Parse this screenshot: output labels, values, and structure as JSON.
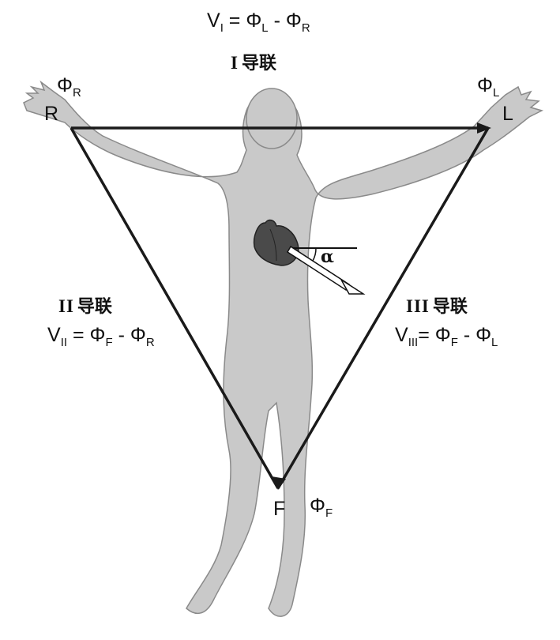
{
  "lead_I": {
    "formula": {
      "v": "V",
      "v_sub": "I",
      "eq": " = Φ",
      "a_sub": "L",
      "minus": " - Φ",
      "b_sub": "R"
    },
    "name_roman": "I",
    "name_cn": "导联"
  },
  "lead_II": {
    "formula": {
      "v": "V",
      "v_sub": "II",
      "eq": " = Φ",
      "a_sub": "F",
      "minus": " - Φ",
      "b_sub": "R"
    },
    "name_roman": "II",
    "name_cn": "导联"
  },
  "lead_III": {
    "formula": {
      "v": "V",
      "v_sub": "III",
      "eq": "= Φ",
      "a_sub": "F",
      "minus": " - Φ",
      "b_sub": "L"
    },
    "name_roman": "III",
    "name_cn": "导联"
  },
  "electrodes": {
    "right_arm": {
      "letter": "R",
      "phi": "Φ",
      "phi_sub": "R"
    },
    "left_arm": {
      "letter": "L",
      "phi": "Φ",
      "phi_sub": "L"
    },
    "foot": {
      "letter": "F",
      "phi": "Φ",
      "phi_sub": "F"
    }
  },
  "angle_label": "α",
  "colors": {
    "body": "#c9c9c9",
    "body_outline": "#8a8a8a",
    "heart": "#4a4a4a",
    "triangle": "#1a1a1a"
  }
}
